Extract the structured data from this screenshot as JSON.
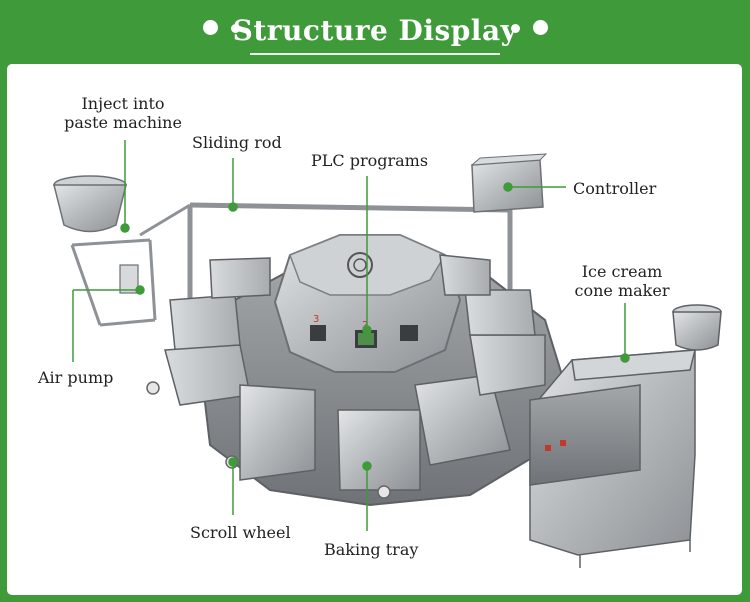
{
  "header": {
    "title": "Structure Display"
  },
  "labels": {
    "inject": [
      "Inject into",
      "paste machine"
    ],
    "sliding_rod": "Sliding rod",
    "plc": "PLC programs",
    "controller": "Controller",
    "ice_cream": [
      "Ice cream",
      "cone maker"
    ],
    "air_pump": "Air pump",
    "scroll_wheel": "Scroll wheel",
    "baking_tray": "Baking tray"
  },
  "colors": {
    "background": "#3f9a3a",
    "pointer": "#3f9a3a",
    "steel": "#b9bcbf"
  }
}
